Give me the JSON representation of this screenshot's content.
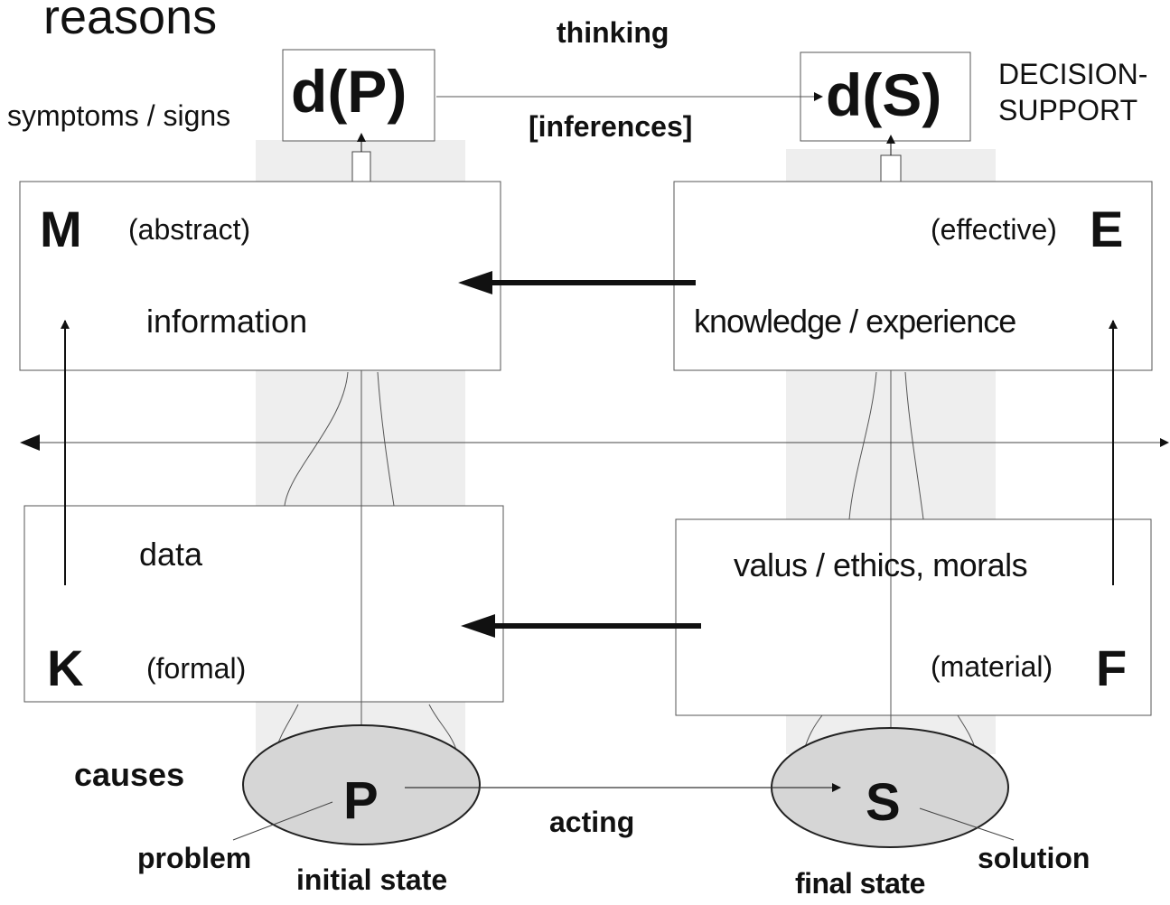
{
  "top": {
    "reasons": "reasons",
    "thinking": "thinking",
    "inferences": "[inferences]",
    "symptoms": "symptoms / signs",
    "decision_support_line1": "DECISION-",
    "decision_support_line2": "SUPPORT",
    "dP": "d(P)",
    "dS": "d(S)"
  },
  "left_upper": {
    "letter": "M",
    "qualifier": "(abstract)",
    "content": "information"
  },
  "right_upper": {
    "letter": "E",
    "qualifier": "(effective)",
    "content": "knowledge / experience"
  },
  "left_lower": {
    "letter": "K",
    "qualifier": "(formal)",
    "content": "data"
  },
  "right_lower": {
    "letter": "F",
    "qualifier": "(material)",
    "content": "valus / ethics, morals"
  },
  "bottom": {
    "causes": "causes",
    "P": "P",
    "S": "S",
    "acting": "acting",
    "problem": "problem",
    "initial_state": "initial state",
    "final_state": "final state",
    "solution": "solution"
  },
  "colors": {
    "stroke": "#333333",
    "band": "#eeeeee",
    "ellipse_fill": "#d6d6d6"
  }
}
